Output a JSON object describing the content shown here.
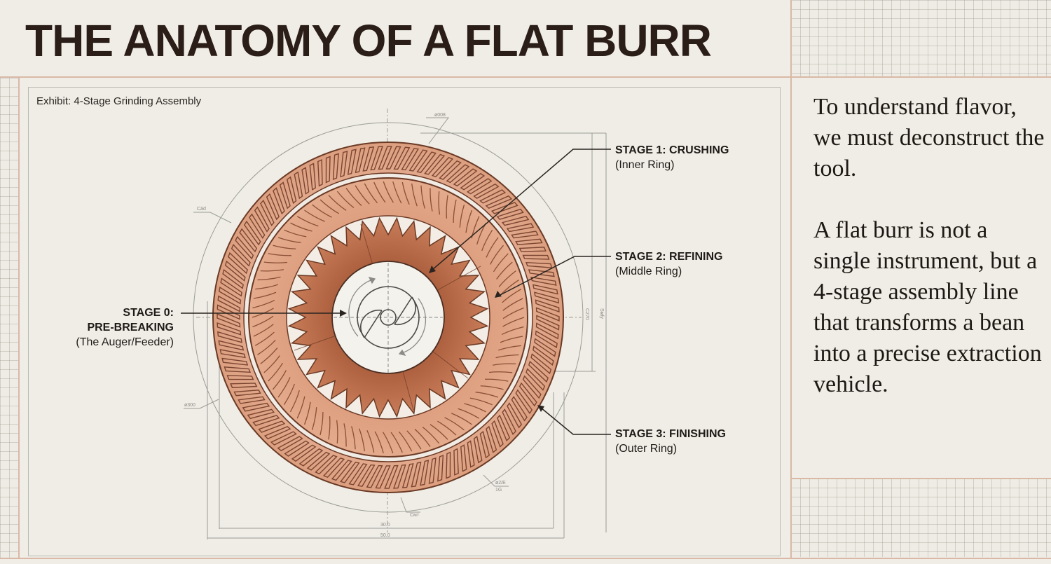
{
  "header": {
    "title": "THE ANATOMY OF A FLAT BURR"
  },
  "exhibit": {
    "label": "Exhibit: 4-Stage Grinding Assembly",
    "stages": [
      {
        "name": "STAGE 0:",
        "name2": "PRE-BREAKING",
        "sub": "(The Auger/Feeder)"
      },
      {
        "name": "STAGE 1: CRUSHING",
        "sub": "(Inner Ring)"
      },
      {
        "name": "STAGE 2: REFINING",
        "sub": "(Middle Ring)"
      },
      {
        "name": "STAGE 3: FINISHING",
        "sub": "(Outer Ring)"
      }
    ],
    "dimension_labels": {
      "top": "ø008",
      "upper_left": "Cád",
      "lower_left": "ø300",
      "right_inner": "C270",
      "right_outer": "Sмfy",
      "lower_right_a": "ø2/E",
      "lower_right_b": "1G",
      "bottom_center": "Cмт",
      "bottom_dim_1": "30.0",
      "bottom_dim_2": "50.0"
    },
    "colors": {
      "outer_ring": "#e3a98a",
      "middle_ring": "#d49474",
      "inner_gear": "#b86d4b",
      "outline": "#6b3a25",
      "hub": "#f3f1ec"
    }
  },
  "sidebar": {
    "paragraphs": [
      "To understand flavor, we must deconstruct the tool.",
      "A flat burr is not a single instrument, but a 4-stage assembly line that transforms a bean into a precise extraction vehicle."
    ]
  }
}
